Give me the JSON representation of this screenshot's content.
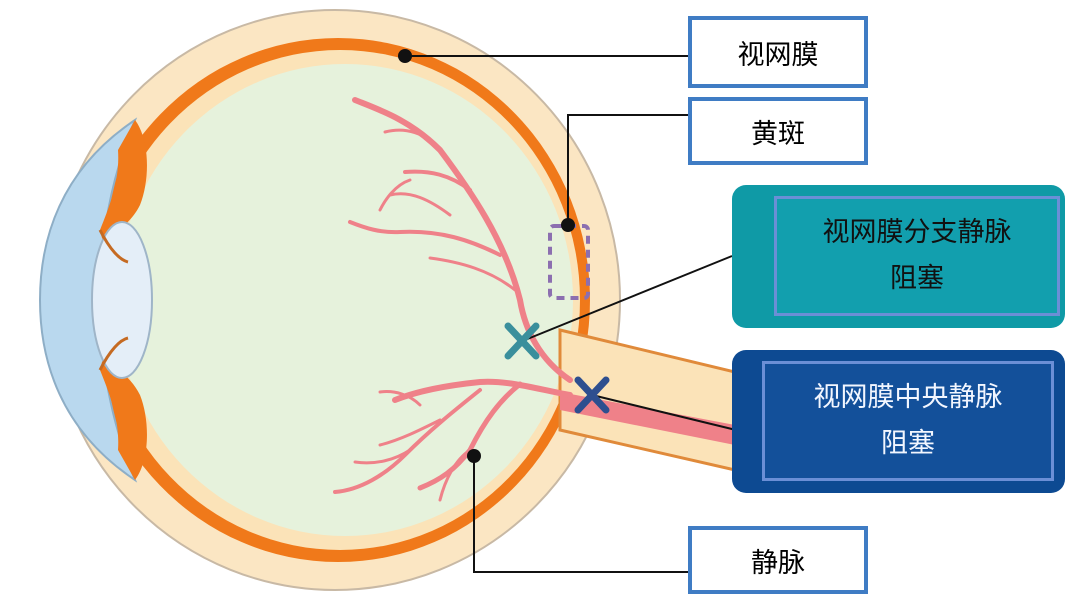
{
  "labels": {
    "retina": "视网膜",
    "macula": "黄斑",
    "vein": "静脉",
    "brvo_line1": "视网膜分支静脉",
    "brvo_line2": "阻塞",
    "crvo_line1": "视网膜中央静脉",
    "crvo_line2": "阻塞"
  },
  "colors": {
    "sclera": "#f0791a",
    "vitreous": "#e6f2dc",
    "cornea": "#b9d8ee",
    "vessel": "#ef8189",
    "brvo_panel": "#0f9aa6",
    "crvo_panel": "#0d4a92",
    "label_border": "#3f7cc4",
    "brvo_marker": "#3a8f9c",
    "crvo_marker": "#2e4f8f",
    "macula_box": "#8c6fb0"
  },
  "markers": {
    "brvo": "x-mark-icon",
    "crvo": "x-mark-icon"
  }
}
